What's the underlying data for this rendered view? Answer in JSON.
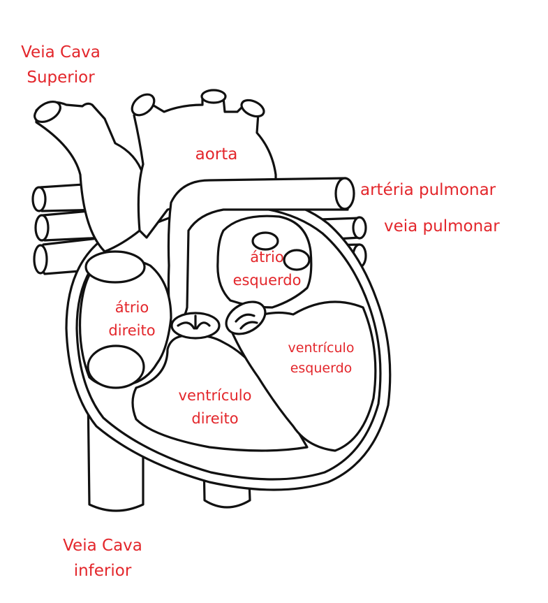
{
  "colors": {
    "label": "#e3262b",
    "outline": "#111111",
    "fill": "#ffffff"
  },
  "labels": {
    "superior_vena_cava": [
      "Veia Cava",
      "Superior"
    ],
    "aorta": "aorta",
    "pulmonary_artery": "artéria pulmonar",
    "pulmonary_vein": "veia pulmonar",
    "left_atrium": [
      "átrio",
      "esquerdo"
    ],
    "right_atrium": [
      "átrio",
      "direito"
    ],
    "left_ventricle": [
      "ventrículo",
      "esquerdo"
    ],
    "right_ventricle": [
      "ventrículo",
      "direito"
    ],
    "inferior_vena_cava": [
      "Veia Cava",
      "inferior"
    ]
  }
}
